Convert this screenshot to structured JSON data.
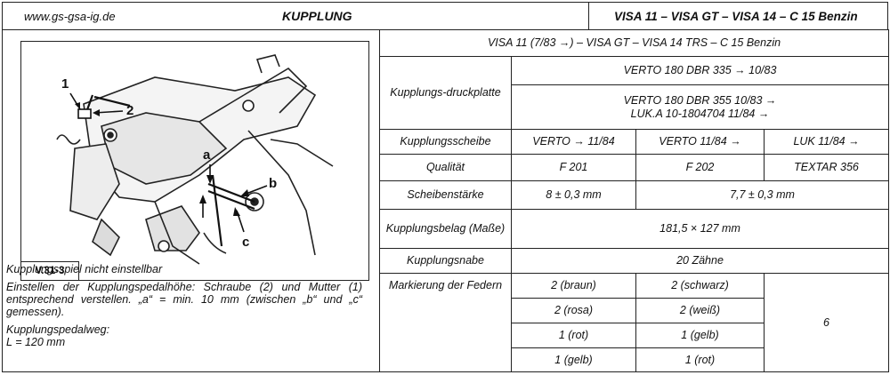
{
  "header": {
    "site": "www.gs-gsa-ig.de",
    "title": "KUPPLUNG",
    "models": "VISA 11 – VISA GT – VISA 14 – C 15 Benzin"
  },
  "diagram": {
    "label": "V.31-3",
    "callouts": {
      "c1": "1",
      "c2": "2",
      "ca": "a",
      "cb": "b",
      "cc": "c"
    }
  },
  "notes": {
    "line1": "Kupplungsspiel nicht einstellbar",
    "line2": "Einstellen der Kupplungspedalhöhe: Schraube (2) und Mutter (1) entsprechend verstellen. „a“ = min. 10 mm (zwischen „b“ und „c“ gemessen).",
    "line3a": "Kupplungspedalweg:",
    "line3b": "L = 120 mm"
  },
  "table": {
    "heading": "VISA 11 (7/83 →) – VISA GT – VISA 14 TRS – C 15 Benzin",
    "druckplatte": {
      "label": "Kupplungs-druckplatte",
      "v1": "VERTO 180 DBR 335  → 10/83",
      "v2a": "VERTO 180 DBR 355 10/83 →",
      "v2b": "LUK.A 10-1804704 11/84 →"
    },
    "scheibe": {
      "label": "Kupplungsscheibe",
      "c1": "VERTO   → 11/84",
      "c2": "VERTO   11/84 →",
      "c3": "LUK 11/84 →"
    },
    "qualitaet": {
      "label": "Qualität",
      "c1": "F 201",
      "c2": "F 202",
      "c3": "TEXTAR 356"
    },
    "staerke": {
      "label": "Scheibenstärke",
      "c1": "8 ± 0,3 mm",
      "c2": "7,7 ± 0,3 mm"
    },
    "belag": {
      "label": "Kupplungsbelag (Maße)",
      "value": "181,5 × 127 mm"
    },
    "nabe": {
      "label": "Kupplungsnabe",
      "value": "20 Zähne"
    },
    "federn": {
      "label": "Markierung der Federn",
      "rows": [
        {
          "c1": "2 (braun)",
          "c2": "2 (schwarz)"
        },
        {
          "c1": "2 (rosa)",
          "c2": "2 (weiß)"
        },
        {
          "c1": "1 (rot)",
          "c2": "1 (gelb)"
        },
        {
          "c1": "1 (gelb)",
          "c2": "1 (rot)"
        }
      ],
      "c3": "6"
    }
  }
}
